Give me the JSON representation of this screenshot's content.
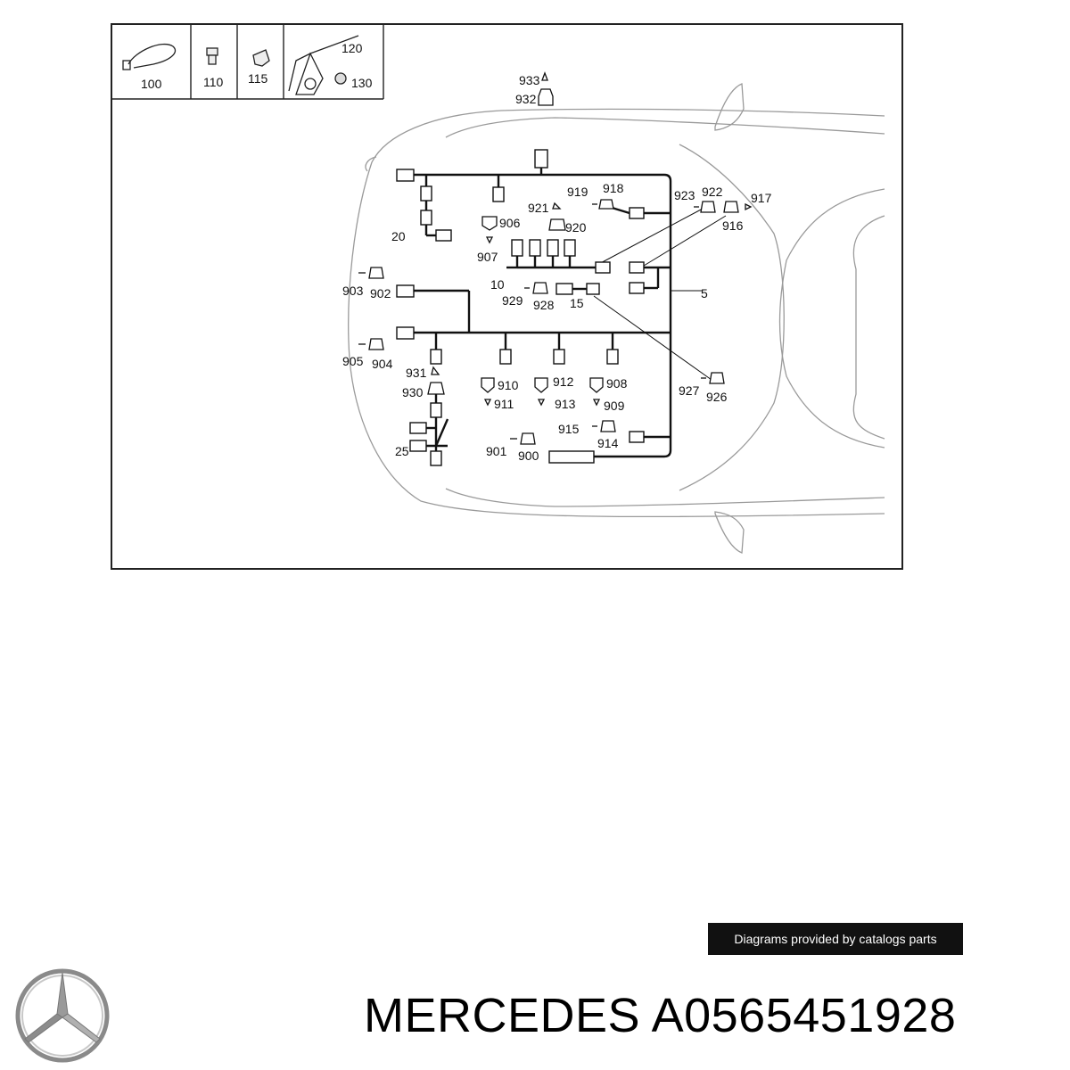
{
  "accessory_labels": [
    "100",
    "110",
    "115",
    "120",
    "130"
  ],
  "callouts": [
    "933",
    "932",
    "919",
    "918",
    "923",
    "922",
    "917",
    "921",
    "906",
    "920",
    "916",
    "20",
    "907",
    "10",
    "903",
    "902",
    "929",
    "928",
    "15",
    "5",
    "905",
    "904",
    "931",
    "910",
    "912",
    "908",
    "930",
    "911",
    "913",
    "909",
    "927",
    "926",
    "915",
    "914",
    "901",
    "900",
    "25"
  ],
  "credit": "Diagrams provided by catalogs parts",
  "brand": "MERCEDES",
  "part_number": "A0565451928",
  "logo": "mercedes-star-logo",
  "colors": {
    "line": "#111111",
    "car_outline": "#9a9a9a",
    "badge": "#111111",
    "logo": "#8a8a8a"
  }
}
